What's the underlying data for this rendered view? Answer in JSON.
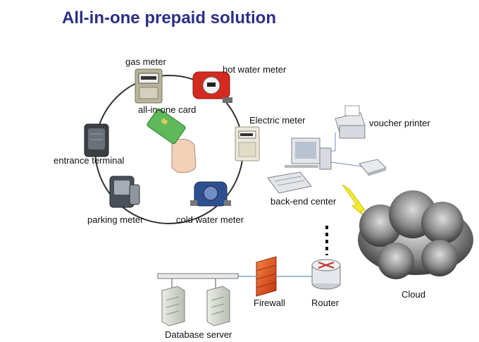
{
  "title": "All-in-one prepaid solution",
  "labels": {
    "gas_meter": "gas meter",
    "hot_water_meter": "hot water meter",
    "all_in_one_card": "all-in-one card",
    "electric_meter": "Electric meter",
    "voucher_printer": "voucher printer",
    "entrance_terminal": "entrance terminal",
    "back_end_center": "back-end center",
    "parking_meter": "parking meter",
    "cold_water_meter": "cold water meter",
    "cloud": "Cloud",
    "firewall": "Firewall",
    "router": "Router",
    "database_server": "Database server"
  },
  "colors": {
    "title": "#2b2f86",
    "card": "#5fb85a",
    "hot_water": "#d42a1e",
    "cold_water": "#2e4f8f",
    "firewall": "#e8521e",
    "lightning": "#f4ea2a"
  }
}
